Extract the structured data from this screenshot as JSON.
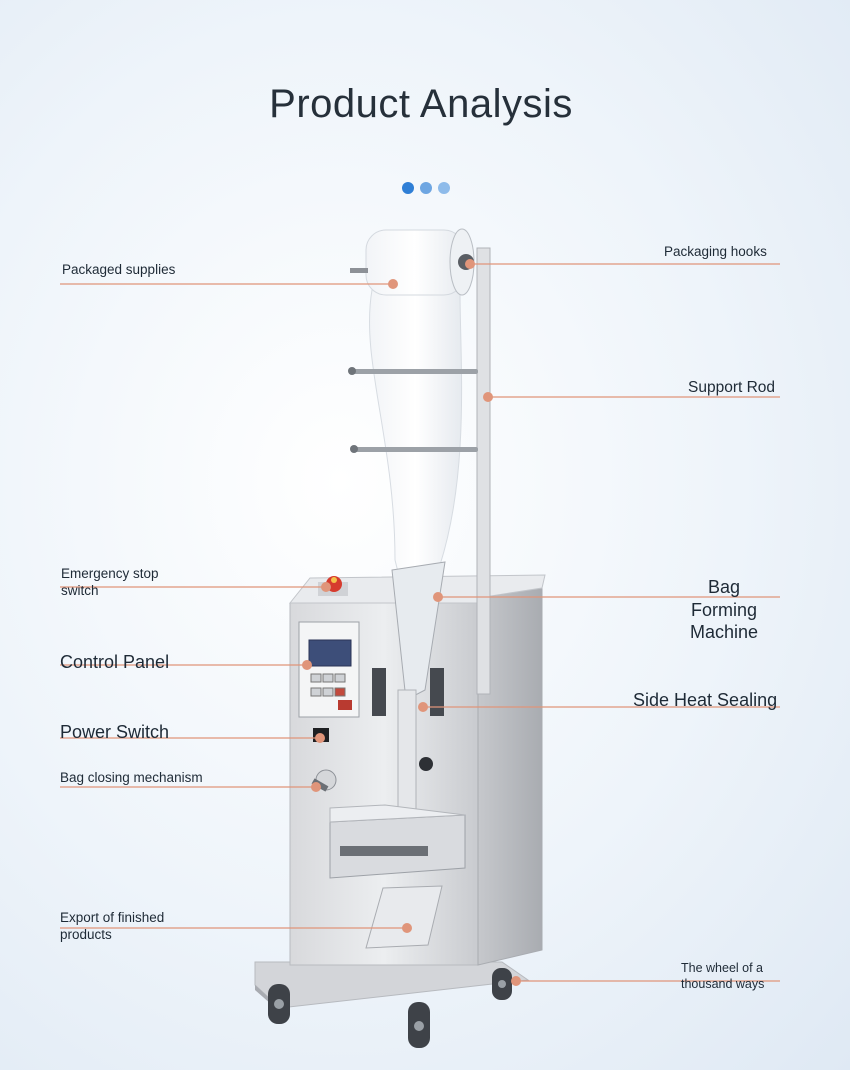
{
  "title": "Product Analysis",
  "carousel_dots": [
    {
      "color": "#2f7fd6"
    },
    {
      "color": "#6ea6e2"
    },
    {
      "color": "#8ebbea"
    }
  ],
  "accent_color": "#e0957a",
  "labels": {
    "packaged_supplies": "Packaged supplies",
    "packaging_hooks": "Packaging hooks",
    "support_rod": "Support Rod",
    "emergency_stop_1": "Emergency stop",
    "emergency_stop_2": "switch",
    "bag_forming_1": "Bag",
    "bag_forming_2": "Forming",
    "bag_forming_3": "Machine",
    "control_panel": "Control Panel",
    "side_heat_sealing": "Side Heat Sealing",
    "power_switch": "Power Switch",
    "bag_closing": "Bag closing mechanism",
    "export_1": "Export of finished",
    "export_2": "products",
    "wheel_1": "The wheel of a",
    "wheel_2": "thousand ways"
  }
}
